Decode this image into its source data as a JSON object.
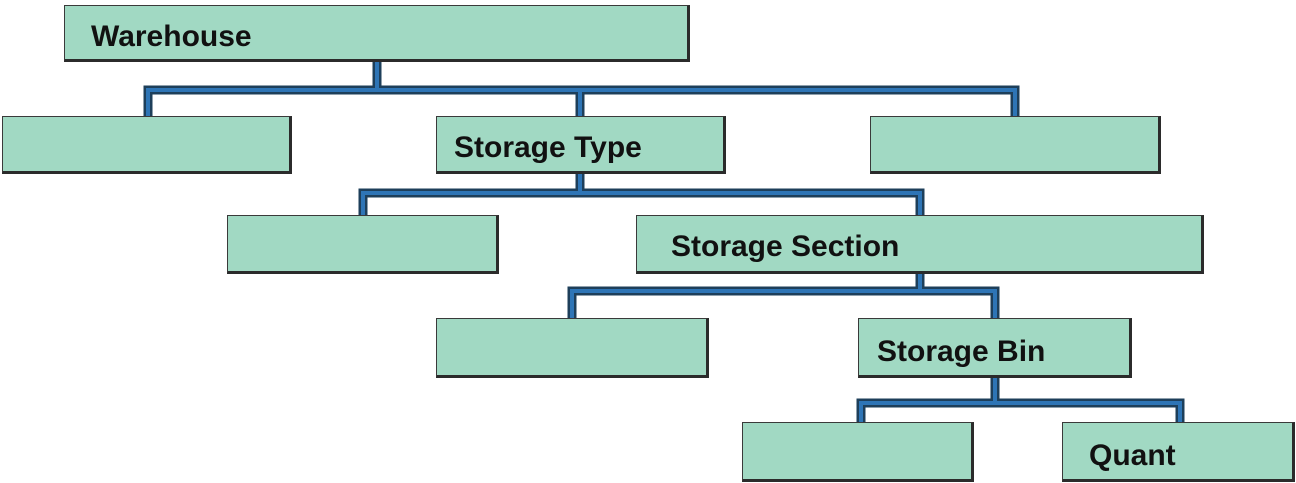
{
  "diagram": {
    "nodes": {
      "warehouse": "Warehouse",
      "storage_type": "Storage Type",
      "storage_section": "Storage Section",
      "storage_bin": "Storage Bin",
      "quant": "Quant"
    },
    "colors": {
      "box_fill": "#a1d9c3",
      "box_border": "#2b2b2b",
      "connector_outline": "#1e3f5a",
      "connector_fill": "#2e75b6"
    }
  }
}
